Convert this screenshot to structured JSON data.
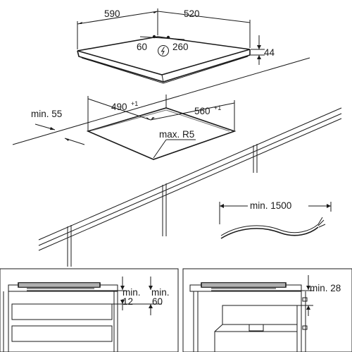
{
  "top": {
    "width": "590",
    "depth": "520",
    "height": "44",
    "terminal_left": "60",
    "terminal_right": "260"
  },
  "cutout": {
    "width": "490",
    "width_tol": "+1",
    "depth": "560",
    "depth_tol": "+1",
    "edge_min": "min. 55",
    "radius": "max. R5"
  },
  "cable": {
    "length": "min. 1500"
  },
  "side_left": {
    "gap_label": "min.",
    "gap_value": "12",
    "drawer_label": "min.",
    "drawer_value": "60"
  },
  "side_right": {
    "oven_gap": "min. 28"
  },
  "icons": {
    "supply": "lightning-bolt-icon"
  }
}
